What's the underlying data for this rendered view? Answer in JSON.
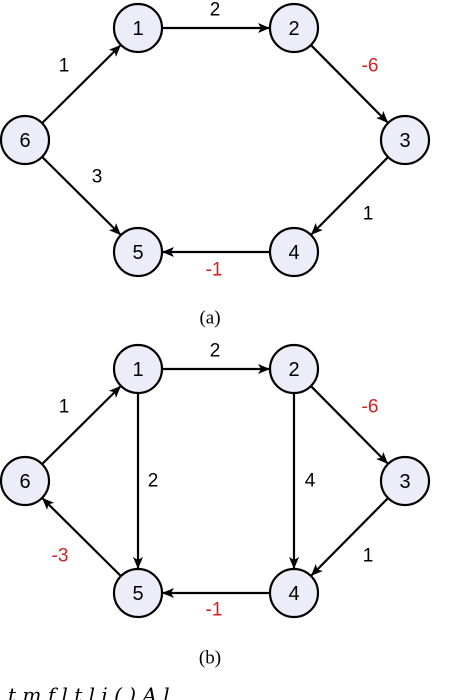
{
  "colors": {
    "node_fill": "#ededf9",
    "stroke": "#000000",
    "positive_weight": "#000000",
    "negative_weight": "#d42020"
  },
  "graphs": [
    {
      "caption": "(a)",
      "nodes": [
        {
          "id": "6",
          "label": "6"
        },
        {
          "id": "1",
          "label": "1"
        },
        {
          "id": "2",
          "label": "2"
        },
        {
          "id": "3",
          "label": "3"
        },
        {
          "id": "4",
          "label": "4"
        },
        {
          "id": "5",
          "label": "5"
        }
      ],
      "edges": [
        {
          "from": "6",
          "to": "1",
          "weight": "1"
        },
        {
          "from": "1",
          "to": "2",
          "weight": "2"
        },
        {
          "from": "2",
          "to": "3",
          "weight": "-6"
        },
        {
          "from": "3",
          "to": "4",
          "weight": "1"
        },
        {
          "from": "4",
          "to": "5",
          "weight": "-1"
        },
        {
          "from": "6",
          "to": "5",
          "weight": "3"
        }
      ]
    },
    {
      "caption": "(b)",
      "nodes": [
        {
          "id": "6",
          "label": "6"
        },
        {
          "id": "1",
          "label": "1"
        },
        {
          "id": "2",
          "label": "2"
        },
        {
          "id": "3",
          "label": "3"
        },
        {
          "id": "4",
          "label": "4"
        },
        {
          "id": "5",
          "label": "5"
        }
      ],
      "edges": [
        {
          "from": "6",
          "to": "1",
          "weight": "1"
        },
        {
          "from": "1",
          "to": "2",
          "weight": "2"
        },
        {
          "from": "2",
          "to": "3",
          "weight": "-6"
        },
        {
          "from": "3",
          "to": "4",
          "weight": "1"
        },
        {
          "from": "4",
          "to": "5",
          "weight": "-1"
        },
        {
          "from": "5",
          "to": "6",
          "weight": "-3"
        },
        {
          "from": "1",
          "to": "5",
          "weight": "2"
        },
        {
          "from": "2",
          "to": "4",
          "weight": "4"
        }
      ]
    }
  ],
  "bottom_text": "t         m  f   l t   l  i   ( )   A    l"
}
